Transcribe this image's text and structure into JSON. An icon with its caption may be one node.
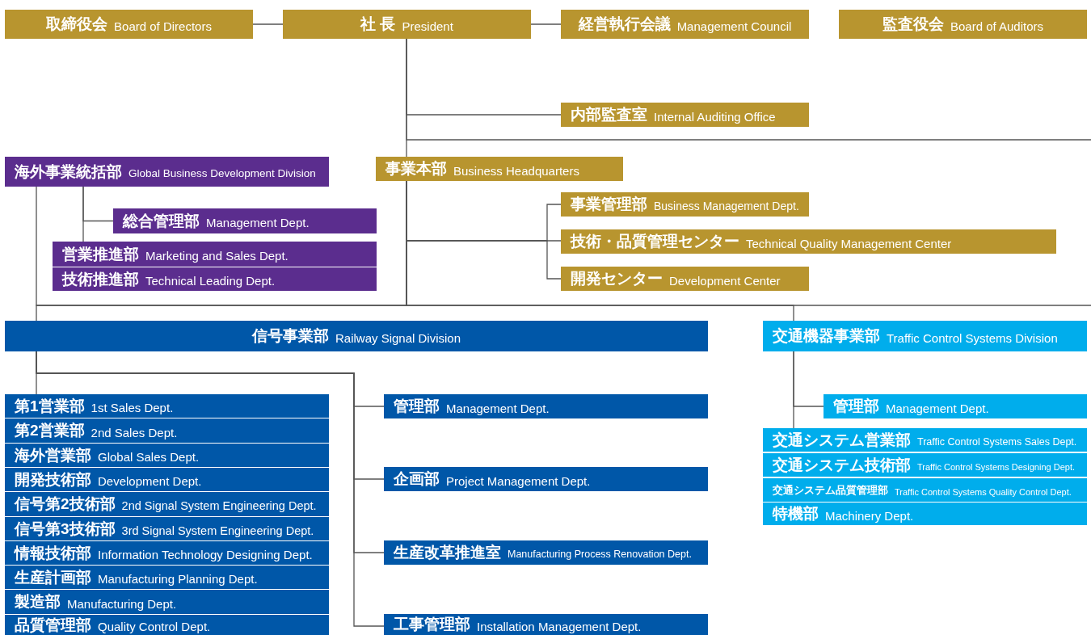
{
  "diagram": {
    "nodes": [
      {
        "text": [
          "取締役会",
          "Board of Directors"
        ]
      },
      {
        "text": [
          "社 長",
          "President"
        ]
      },
      {
        "text": [
          "経営執行会議",
          "Management Council"
        ]
      },
      {
        "text": [
          "監査役会",
          "Board of Auditors"
        ]
      },
      {
        "text": [
          "内部監査室",
          "Internal Auditing Office"
        ]
      },
      {
        "text": [
          "海外事業統括部",
          "Global Business Development Division"
        ]
      },
      {
        "text": [
          "事業本部",
          "Business Headquarters"
        ]
      },
      {
        "text": [
          "総合管理部",
          "Management Dept."
        ]
      },
      {
        "text": [
          "営業推進部",
          "Marketing and Sales Dept."
        ]
      },
      {
        "text": [
          "技術推進部",
          "Technical Leading Dept."
        ]
      },
      {
        "text": [
          "事業管理部",
          "Business Management Dept."
        ]
      },
      {
        "text": [
          "技術・品質管理センター",
          "Technical Quality Management Center"
        ]
      },
      {
        "text": [
          "開発センター",
          "Development Center"
        ]
      },
      {
        "text": [
          "信号事業部",
          "Railway Signal Division"
        ]
      },
      {
        "text": [
          "交通機器事業部",
          "Traffic Control Systems Division"
        ]
      },
      {
        "text": [
          "第1営業部",
          "1st Sales Dept."
        ]
      },
      {
        "text": [
          "第2営業部",
          "2nd Sales Dept."
        ]
      },
      {
        "text": [
          "海外営業部",
          "Global Sales Dept."
        ]
      },
      {
        "text": [
          "開発技術部",
          "Development Dept."
        ]
      },
      {
        "text": [
          "信号第2技術部",
          "2nd Signal System Engineering Dept."
        ]
      },
      {
        "text": [
          "信号第3技術部",
          "3rd Signal System Engineering Dept."
        ]
      },
      {
        "text": [
          "情報技術部",
          "Information Technology Designing Dept."
        ]
      },
      {
        "text": [
          "生産計画部",
          "Manufacturing Planning Dept."
        ]
      },
      {
        "text": [
          "製造部",
          "Manufacturing Dept."
        ]
      },
      {
        "text": [
          "品質管理部",
          "Quality Control Dept."
        ]
      },
      {
        "text": [
          "管理部",
          "Management Dept."
        ]
      },
      {
        "text": [
          "企画部",
          "Project Management Dept."
        ]
      },
      {
        "text": [
          "生産改革推進室",
          "Manufacturing Process Renovation Dept."
        ]
      },
      {
        "text": [
          "工事管理部",
          "Installation Management Dept."
        ]
      },
      {
        "text": [
          "管理部",
          "Management Dept."
        ]
      },
      {
        "text": [
          "交通システム営業部",
          "Traffic Control Systems Sales Dept."
        ]
      },
      {
        "text": [
          "交通システム技術部",
          "Traffic Control Systems Designing Dept."
        ]
      },
      {
        "text": [
          "交通システム品質管理部",
          "Traffic Control Systems Quality Control Dept."
        ]
      },
      {
        "text": [
          "特機部",
          "Machinery Dept."
        ]
      }
    ],
    "edges": [
      {
        "from": 0,
        "to": 1,
        "arrow": "none"
      },
      {
        "from": 1,
        "to": 2,
        "arrow": "none"
      },
      {
        "from": 1,
        "to": 4,
        "arrow": "none"
      },
      {
        "from": 1,
        "to": null,
        "arrow": "none"
      },
      {
        "from": 1,
        "to": 6,
        "arrow": "none"
      },
      {
        "from": 6,
        "to": 10,
        "arrow": "none"
      },
      {
        "from": 6,
        "to": 11,
        "arrow": "none"
      },
      {
        "from": 6,
        "to": 12,
        "arrow": "none"
      },
      {
        "from": 6,
        "to": 5,
        "arrow": "none"
      },
      {
        "from": 6,
        "to": 13,
        "arrow": "none"
      },
      {
        "from": 6,
        "to": 14,
        "arrow": "none"
      },
      {
        "from": 6,
        "to": null,
        "arrow": "none"
      },
      {
        "from": 5,
        "to": 7,
        "arrow": "none"
      },
      {
        "from": 5,
        "to": 8,
        "arrow": "none"
      },
      {
        "from": 13,
        "to": 15,
        "arrow": "none"
      },
      {
        "from": 13,
        "to": 25,
        "arrow": "none"
      },
      {
        "from": 13,
        "to": 26,
        "arrow": "none"
      },
      {
        "from": 13,
        "to": 27,
        "arrow": "none"
      },
      {
        "from": 13,
        "to": 28,
        "arrow": "none"
      },
      {
        "from": 14,
        "to": 29,
        "arrow": "none"
      },
      {
        "from": 14,
        "to": 30,
        "arrow": "none"
      }
    ]
  }
}
